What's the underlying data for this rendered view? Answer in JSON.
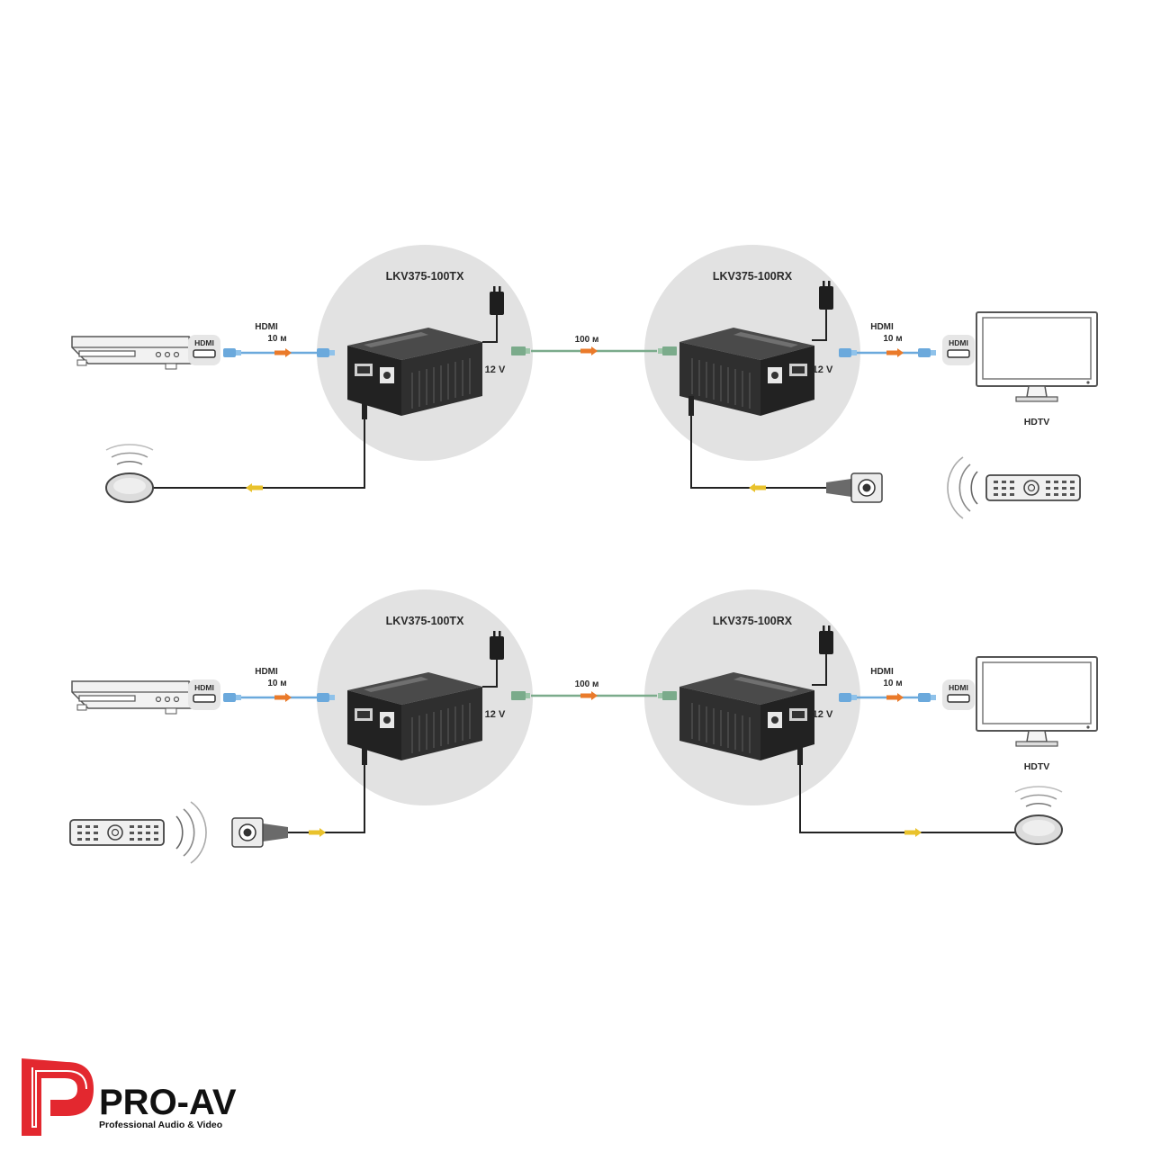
{
  "colors": {
    "circle": "#e2e2e2",
    "box": "#2b2b2b",
    "hdmi_cable": "#6ba9dc",
    "cat_cable": "#7bab8b",
    "arrow_orange": "#ea7a2a",
    "arrow_yellow": "#e9c22c",
    "wire": "#222222",
    "logo_red": "#e3282f"
  },
  "rows": [
    {
      "tx": {
        "model": "LKV375-100TX",
        "power": "12 V"
      },
      "rx": {
        "model": "LKV375-100RX",
        "power": "12 V"
      },
      "source_port": "HDMI",
      "sink_port": "HDMI",
      "sink_label": "HDTV",
      "hdmi_left": {
        "type": "HDMI",
        "length": "10 м"
      },
      "link": {
        "length": "100 м"
      },
      "hdmi_right": {
        "type": "HDMI",
        "length": "10 м"
      }
    },
    {
      "tx": {
        "model": "LKV375-100TX",
        "power": "12 V"
      },
      "rx": {
        "model": "LKV375-100RX",
        "power": "12 V"
      },
      "source_port": "HDMI",
      "sink_port": "HDMI",
      "sink_label": "HDTV",
      "hdmi_left": {
        "type": "HDMI",
        "length": "10 м"
      },
      "link": {
        "length": "100 м"
      },
      "hdmi_right": {
        "type": "HDMI",
        "length": "10 м"
      }
    }
  ],
  "logo": {
    "name": "PRO-AV",
    "tagline": "Professional Audio & Video"
  }
}
